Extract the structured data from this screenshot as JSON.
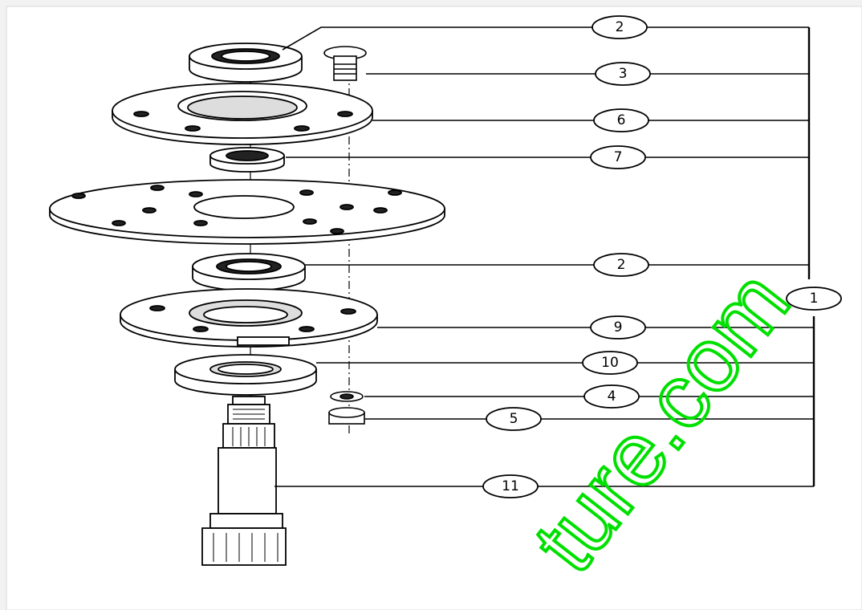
{
  "diagram": {
    "callouts": [
      "2",
      "3",
      "6",
      "7",
      "2",
      "9",
      "10",
      "4",
      "5",
      "11"
    ],
    "assembly_label": "1"
  },
  "watermark": {
    "text": "ture.com",
    "color": "#00e000"
  }
}
